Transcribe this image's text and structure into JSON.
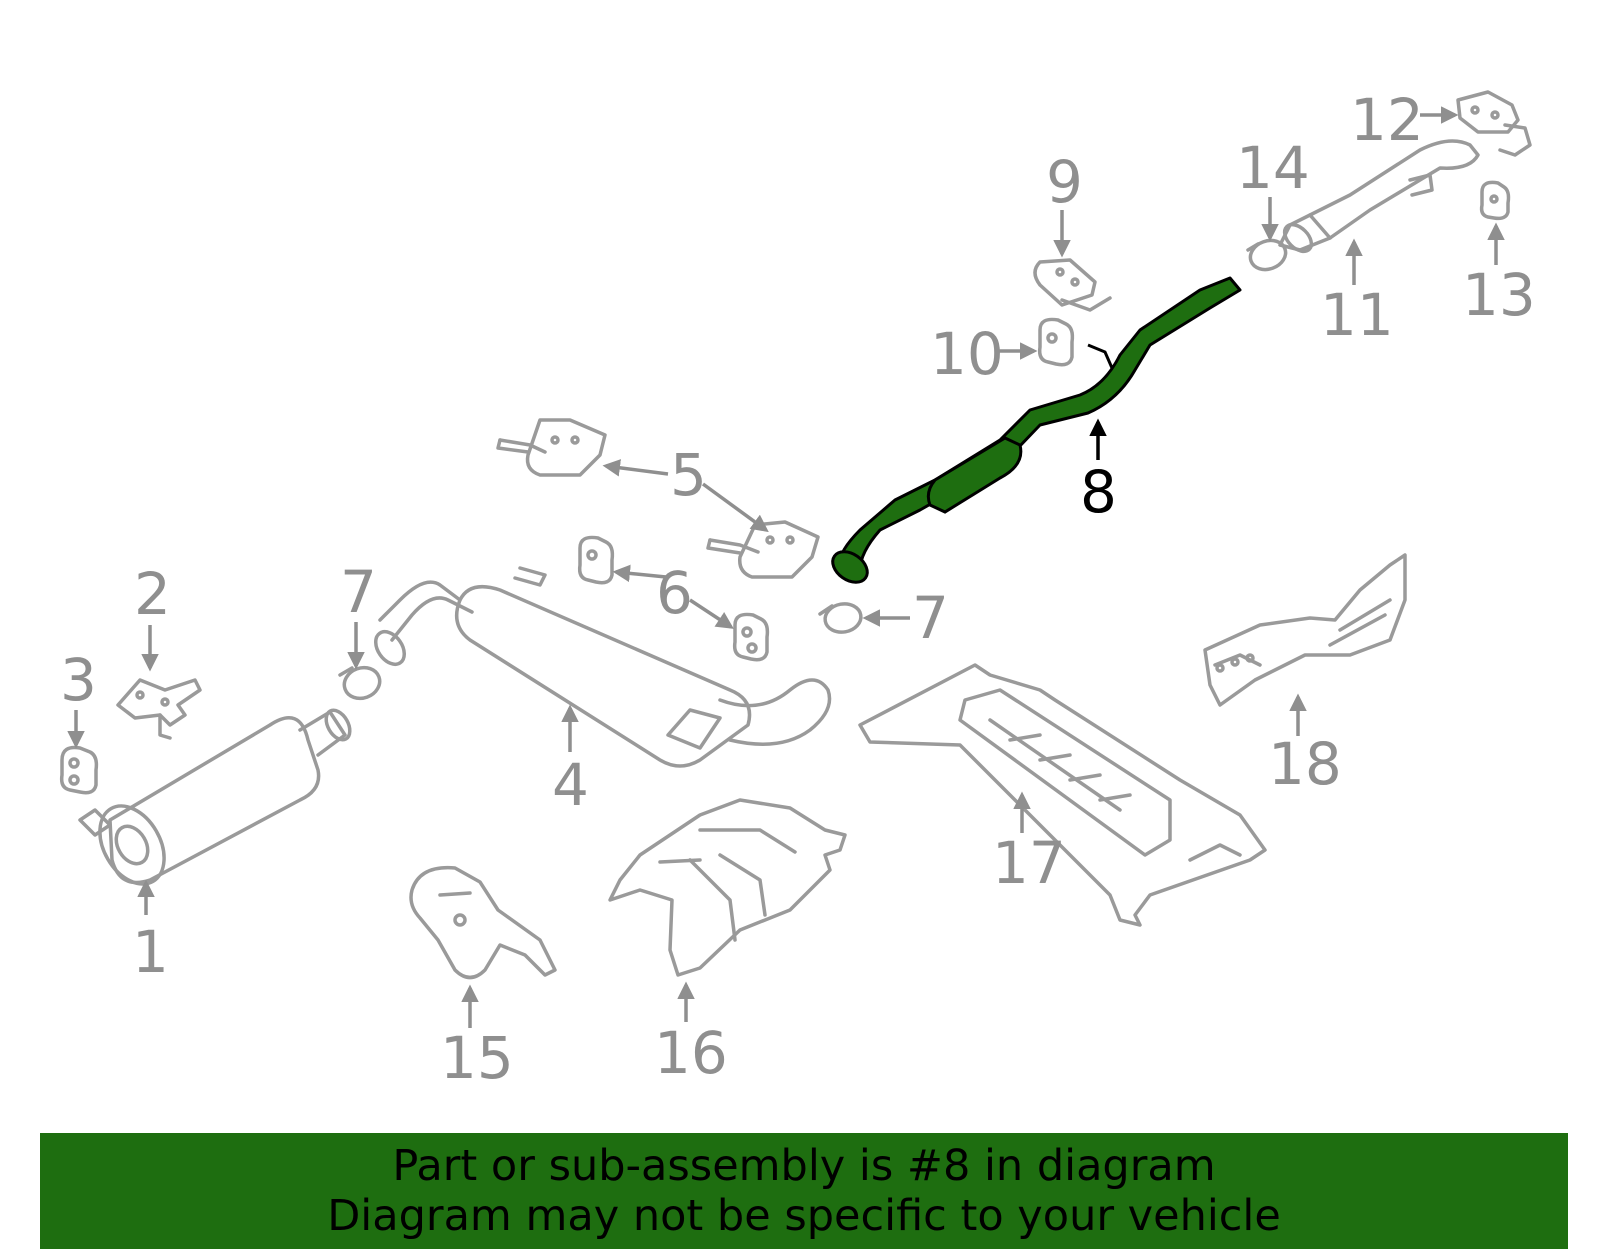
{
  "diagram": {
    "highlight_color": "#1e6e10",
    "part_stroke_color": "#9a9a9a",
    "label_color": "#8f8f8f",
    "highlighted_part": "8",
    "labels": {
      "l1": "1",
      "l2": "2",
      "l3": "3",
      "l4": "4",
      "l5": "5",
      "l6": "6",
      "l7a": "7",
      "l7b": "7",
      "l8": "8",
      "l9": "9",
      "l10": "10",
      "l11": "11",
      "l12": "12",
      "l13": "13",
      "l14": "14",
      "l15": "15",
      "l16": "16",
      "l17": "17",
      "l18": "18"
    }
  },
  "banner": {
    "background": "#1e6e10",
    "line1": "Part or sub-assembly is #8 in diagram",
    "line2": "Diagram may not be specific to your vehicle"
  }
}
